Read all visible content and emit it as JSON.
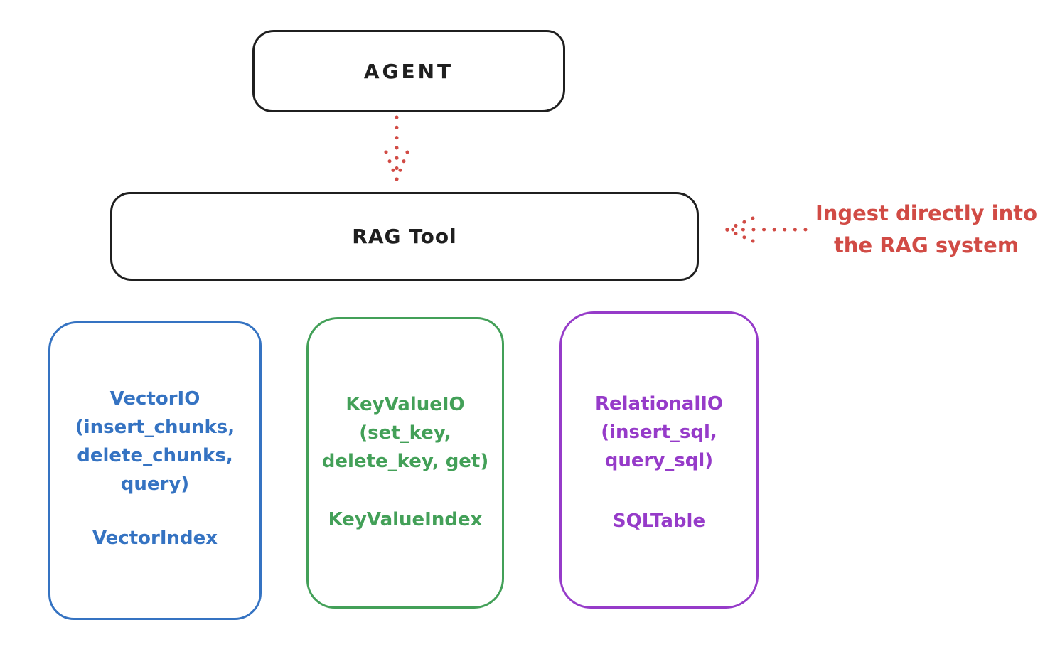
{
  "nodes": {
    "agent": {
      "label": "AGENT"
    },
    "rag_tool": {
      "label": "RAG Tool"
    }
  },
  "arrows": {
    "agent_to_rag_tool": "dotted-down-arrow",
    "ingest_into_rag_tool": "dotted-left-arrow"
  },
  "annotation": {
    "text": "Ingest directly into\nthe RAG system",
    "color": "#d14b45"
  },
  "cards": [
    {
      "name": "VectorIO",
      "body": "VectorIO\n(insert_chunks,\ndelete_chunks,\nquery)",
      "footer": "VectorIndex",
      "color": "#3573c2"
    },
    {
      "name": "KeyValueIO",
      "body": "KeyValueIO\n(set_key,\ndelete_key, get)",
      "footer": "KeyValueIndex",
      "color": "#43a058"
    },
    {
      "name": "RelationalIO",
      "body": "RelationalIO\n(insert_sql,\nquery_sql)",
      "footer": "SQLTable",
      "color": "#963bc9"
    }
  ],
  "colors": {
    "ink": "#1f1f1f",
    "red": "#d14b45",
    "blue": "#3573c2",
    "green": "#43a058",
    "purple": "#963bc9",
    "background": "#ffffff"
  }
}
